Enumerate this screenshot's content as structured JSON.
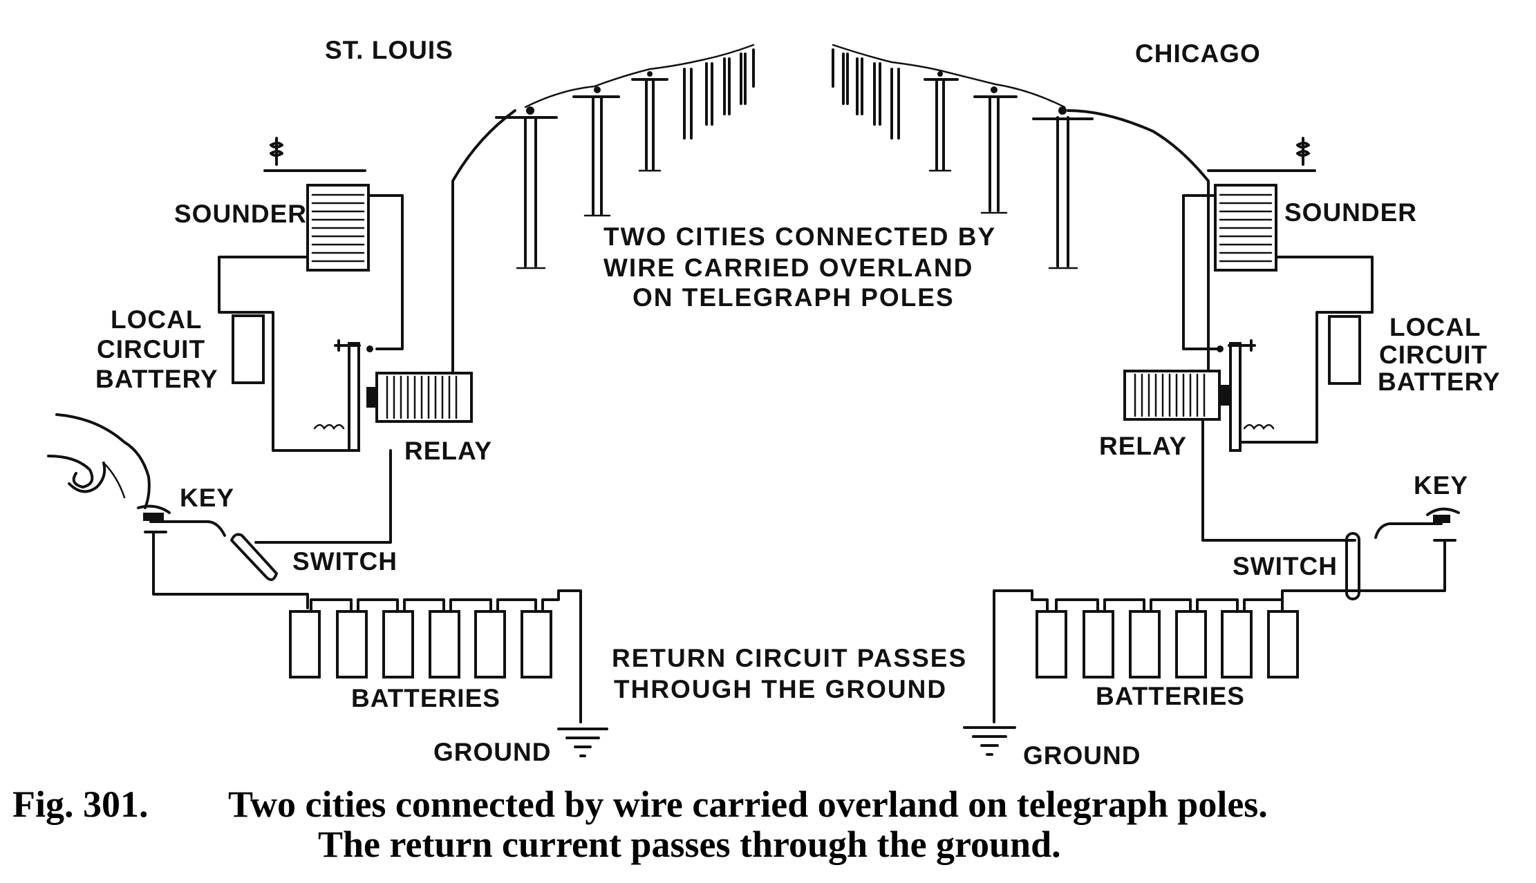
{
  "left_city": "ST. LOUIS",
  "right_city": "CHICAGO",
  "center_note": [
    "TWO CITIES CONNECTED BY",
    "WIRE CARRIED OVERLAND",
    "ON TELEGRAPH POLES"
  ],
  "return_note": [
    "RETURN CIRCUIT PASSES",
    "THROUGH THE GROUND"
  ],
  "labels": {
    "sounder": "SOUNDER",
    "local_battery": [
      "LOCAL",
      "CIRCUIT",
      "BATTERY"
    ],
    "relay": "RELAY",
    "key": "KEY",
    "switch": "SWITCH",
    "batteries": "BATTERIES",
    "ground": "GROUND"
  },
  "caption": {
    "number": "Fig. 301.",
    "line1": "Two cities connected by wire carried overland on telegraph poles.",
    "line2": "The return current passes through the ground."
  }
}
